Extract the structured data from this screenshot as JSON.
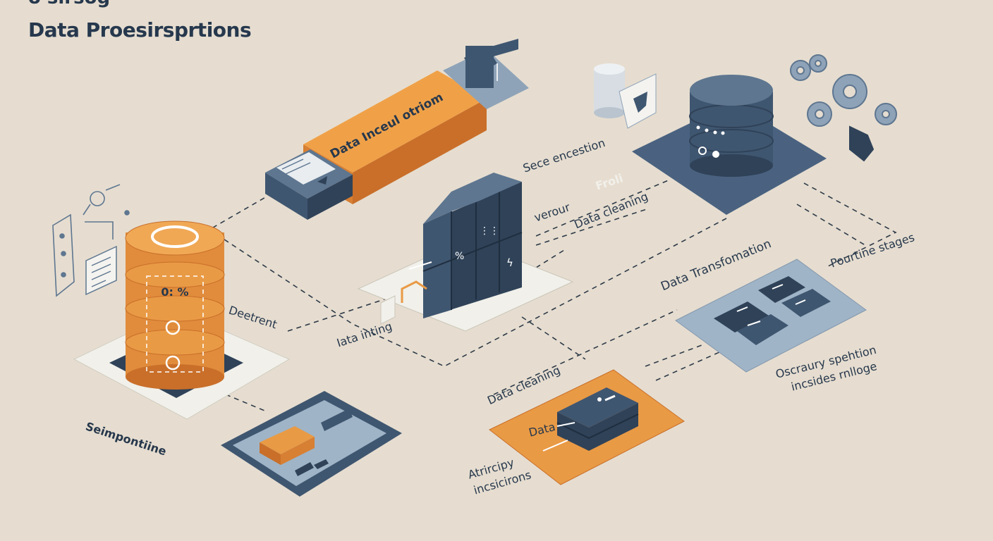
{
  "title": {
    "top_fragment": "o sirsog",
    "main": "Data Proesirsprtions"
  },
  "labels": {
    "data_inceul_otrom": "Data Inceul otriom",
    "sece_encestion": "Sece encestion",
    "froli": "Froli",
    "verour": "verour",
    "data_cleaning_top": "Data cleaning",
    "pourtine_stages": "Pourtine stages",
    "data_transformation": "Data Transfomation",
    "deetrent": "Deetrent",
    "lata_inting": "Iata inting",
    "data_cleaning_bottom": "Data cleaning",
    "oscraury_spehtion": "Oscraury spehtion",
    "incsides_rnlloge": "incsides rnlloge",
    "seimpontiine": "Seimpontiine",
    "data_small": "Data",
    "atrircipy": "Atrircipy",
    "incsicirons": "incsicirons",
    "storage_percent": "0: %"
  },
  "colors": {
    "background": "#e6ddd0",
    "navy": "#3f5670",
    "navy_dark": "#2f4258",
    "navy_light": "#5e7690",
    "orange": "#e99a45",
    "orange_dark": "#c96f2a",
    "platform_light": "#f1f0ea",
    "steel_blue": "#9fb4c7",
    "text": "#27384c",
    "dash": "#2f3b48"
  },
  "icons": [
    "orange-storage-cylinder",
    "central-server-cube",
    "database-server-icon",
    "gear-cluster-icon",
    "document-icon",
    "laptop-terminal-icon",
    "processor-chip-icon"
  ]
}
